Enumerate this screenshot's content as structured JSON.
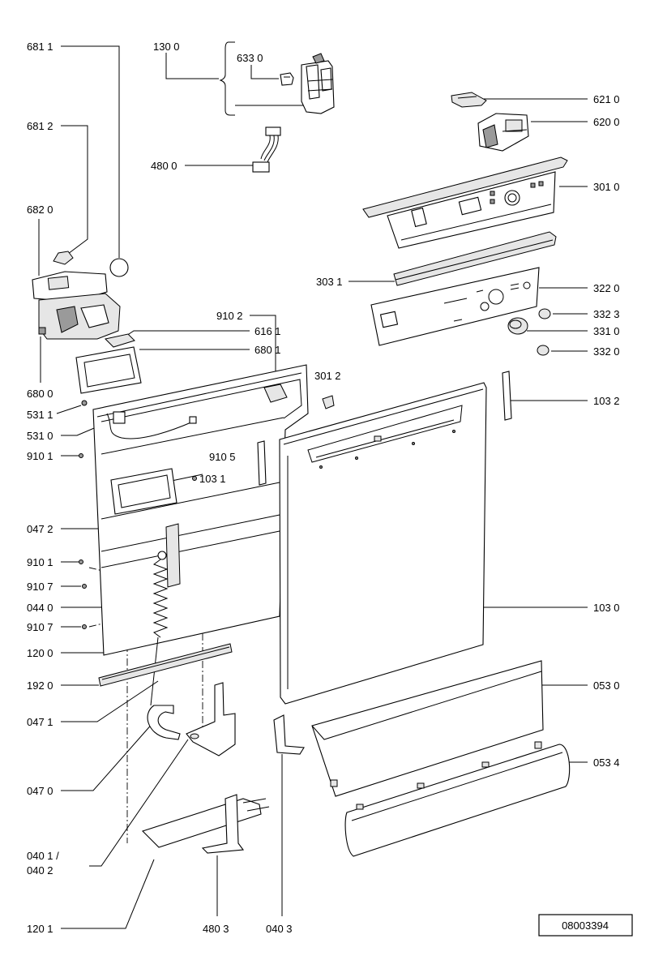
{
  "labels": {
    "l6811": "681 1",
    "l1300": "130 0",
    "l6330": "633 0",
    "l6210": "621 0",
    "l6812": "681 2",
    "l6200": "620 0",
    "l4800": "480 0",
    "l3010": "301 0",
    "l6820": "682 0",
    "l3031": "303 1",
    "l3220": "322 0",
    "l9102": "910 2",
    "l3323": "332 3",
    "l6161": "616 1",
    "l3310": "331 0",
    "l6801": "680 1",
    "l3320": "332 0",
    "l3012": "301 2",
    "l6800": "680 0",
    "l1032": "103 2",
    "l5311": "531 1",
    "l5310": "531 0",
    "l9101a": "910 1",
    "l9105": "910 5",
    "l1031": "103 1",
    "l0472": "047 2",
    "l9101b": "910 1",
    "l9107a": "910 7",
    "l0440": "044 0",
    "l1030": "103 0",
    "l9107b": "910 7",
    "l1200": "120 0",
    "l1920": "192 0",
    "l0530": "053 0",
    "l0471": "047 1",
    "l0534": "053 4",
    "l0470": "047 0",
    "l0401a": "040 1 /",
    "l0401b": "040 2",
    "l1201": "120 1",
    "l4803": "480 3",
    "l0403": "040 3"
  },
  "document_number": "08003394"
}
